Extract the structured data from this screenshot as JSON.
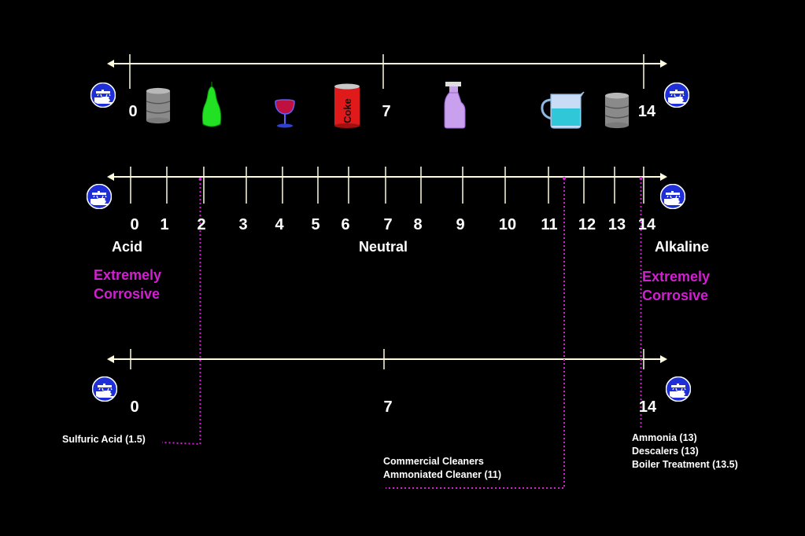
{
  "scale": {
    "top_labels": [
      "0",
      "7",
      "14"
    ],
    "middle_labels": [
      "0",
      "1",
      "2",
      "3",
      "4",
      "5",
      "6",
      "7",
      "8",
      "9",
      "10",
      "11",
      "12",
      "13",
      "14"
    ],
    "bottom_labels": [
      "0",
      "7",
      "14"
    ]
  },
  "zones": {
    "acid": "Acid",
    "neutral": "Neutral",
    "alkaline": "Alkaline"
  },
  "warnings": {
    "left": [
      "Extremely",
      "Corrosive"
    ],
    "right": [
      "Extremely",
      "Corrosive"
    ]
  },
  "examples": {
    "acid": {
      "lines": [
        "Sulfuric Acid (1.5)"
      ],
      "ph": 1.5
    },
    "cleaners": {
      "lines": [
        "Commercial Cleaners",
        "Ammoniated Cleaner (11)"
      ],
      "ph": 11
    },
    "alkali": {
      "lines": [
        "Ammonia (13)",
        "Descalers (13)",
        "Boiler Treatment (13.5)"
      ],
      "ph": 13.5
    }
  },
  "products": {
    "coke_can": "Coke"
  },
  "icons": [
    "corrosive-hazard-icon",
    "grey-drum-icon",
    "dish-soap-bottle-icon",
    "wine-glass-icon",
    "coke-can-icon",
    "spray-bottle-icon",
    "measuring-jug-icon"
  ],
  "colors": {
    "line": "#fffbe0",
    "text": "#ffffff",
    "warning": "#d020d0",
    "leader": "#d020d0",
    "hazard_blue": "#1e2fd8"
  }
}
